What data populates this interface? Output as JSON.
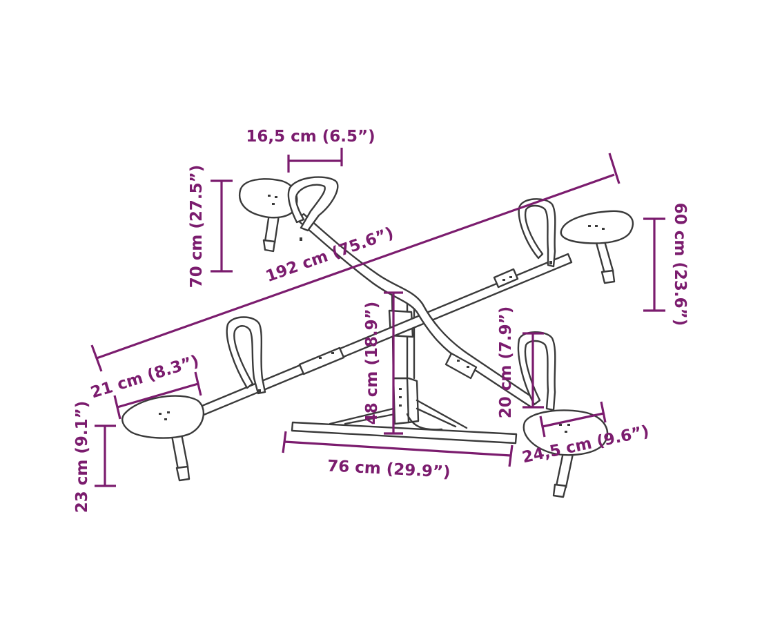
{
  "colors": {
    "dimension": "#7b1c6e",
    "drawing_line": "#3a3a3a",
    "background": "#ffffff"
  },
  "dimensions": {
    "total_length": "192 cm (75.6”)",
    "handle_width": "16,5 cm (6.5”)",
    "overall_height": "70 cm (27.5”)",
    "seat_height_total": "60 cm (23.6”)",
    "seat_length": "21 cm (8.3”)",
    "seat_leg_height": "23 cm (9.1”)",
    "pivot_height": "48 cm (18.9”)",
    "base_width": "76 cm (29.9”)",
    "handle_height": "20 cm (7.9”)",
    "seat_width": "24,5 cm (9.6”)"
  }
}
